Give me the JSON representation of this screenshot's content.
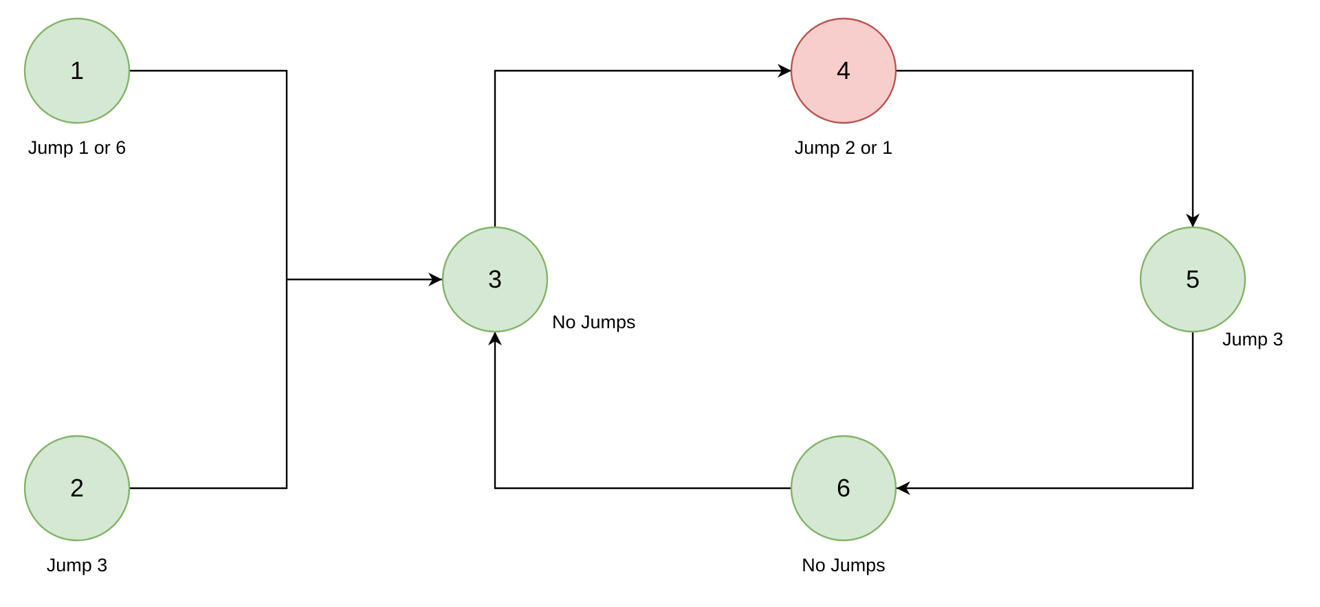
{
  "colors": {
    "node_fill": "#d5e8d4",
    "node_stroke": "#82b366",
    "highlight_fill": "#f8cecc",
    "highlight_stroke": "#b85450",
    "edge": "#000000"
  },
  "nodes": [
    {
      "id": "1",
      "label": "1",
      "caption": "Jump 1 or 6",
      "highlighted": false
    },
    {
      "id": "2",
      "label": "2",
      "caption": "Jump 3",
      "highlighted": false
    },
    {
      "id": "3",
      "label": "3",
      "caption": "No Jumps",
      "highlighted": false
    },
    {
      "id": "4",
      "label": "4",
      "caption": "Jump 2 or 1",
      "highlighted": true
    },
    {
      "id": "5",
      "label": "5",
      "caption": "Jump 3",
      "highlighted": false
    },
    {
      "id": "6",
      "label": "6",
      "caption": "No Jumps",
      "highlighted": false
    }
  ],
  "edges": [
    {
      "from": "1",
      "to": "3"
    },
    {
      "from": "2",
      "to": "3"
    },
    {
      "from": "3",
      "to": "4"
    },
    {
      "from": "4",
      "to": "5"
    },
    {
      "from": "5",
      "to": "6"
    },
    {
      "from": "6",
      "to": "3"
    }
  ]
}
